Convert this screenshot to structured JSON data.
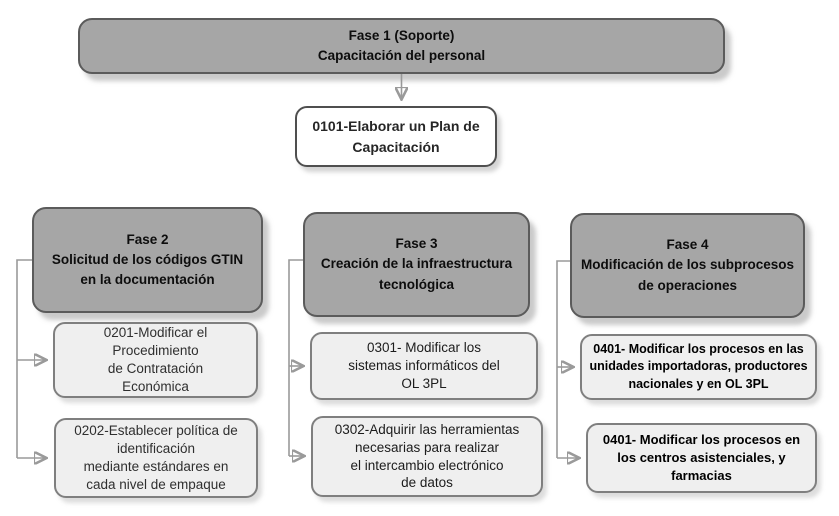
{
  "colors": {
    "header_fill": "#a6a6a6",
    "header_border": "#5b5b5b",
    "child_fill": "#efefef",
    "child_border": "#7f7f7f",
    "task0101_fill": "#ffffff",
    "task0101_border": "#4f4f4f",
    "connector": "#9a9a9a",
    "arrowhead": "#8f8f8f",
    "text_dark": "#0d0d0d"
  },
  "flowchart": {
    "phase1": {
      "title": "Fase 1 (Soporte)\nCapacitación del personal"
    },
    "task_0101": {
      "text": "0101-Elaborar un Plan de\nCapacitación"
    },
    "columns": [
      {
        "header": "Fase 2\nSolicitud de los códigos GTIN\nen la documentación",
        "tasks": [
          {
            "text": "0201-Modificar el\nProcedimiento\nde Contratación\nEconómica"
          },
          {
            "text": "0202-Establecer política de\nidentificación\nmediante estándares en\ncada nivel de empaque"
          }
        ]
      },
      {
        "header": "Fase 3\nCreación de la infraestructura\ntecnológica",
        "tasks": [
          {
            "text": "0301- Modificar los\nsistemas informáticos del\nOL 3PL"
          },
          {
            "text": "0302-Adquirir las herramientas\nnecesarias para realizar\nel intercambio electrónico\nde datos"
          }
        ]
      },
      {
        "header": "Fase 4\nModificación de los subprocesos\nde operaciones",
        "tasks": [
          {
            "text": "0401- Modificar los procesos en las\nunidades importadoras, productores\nnacionales y en OL 3PL"
          },
          {
            "text": "0401- Modificar los procesos en\nlos centros asistenciales, y\nfarmacias"
          }
        ]
      }
    ]
  }
}
